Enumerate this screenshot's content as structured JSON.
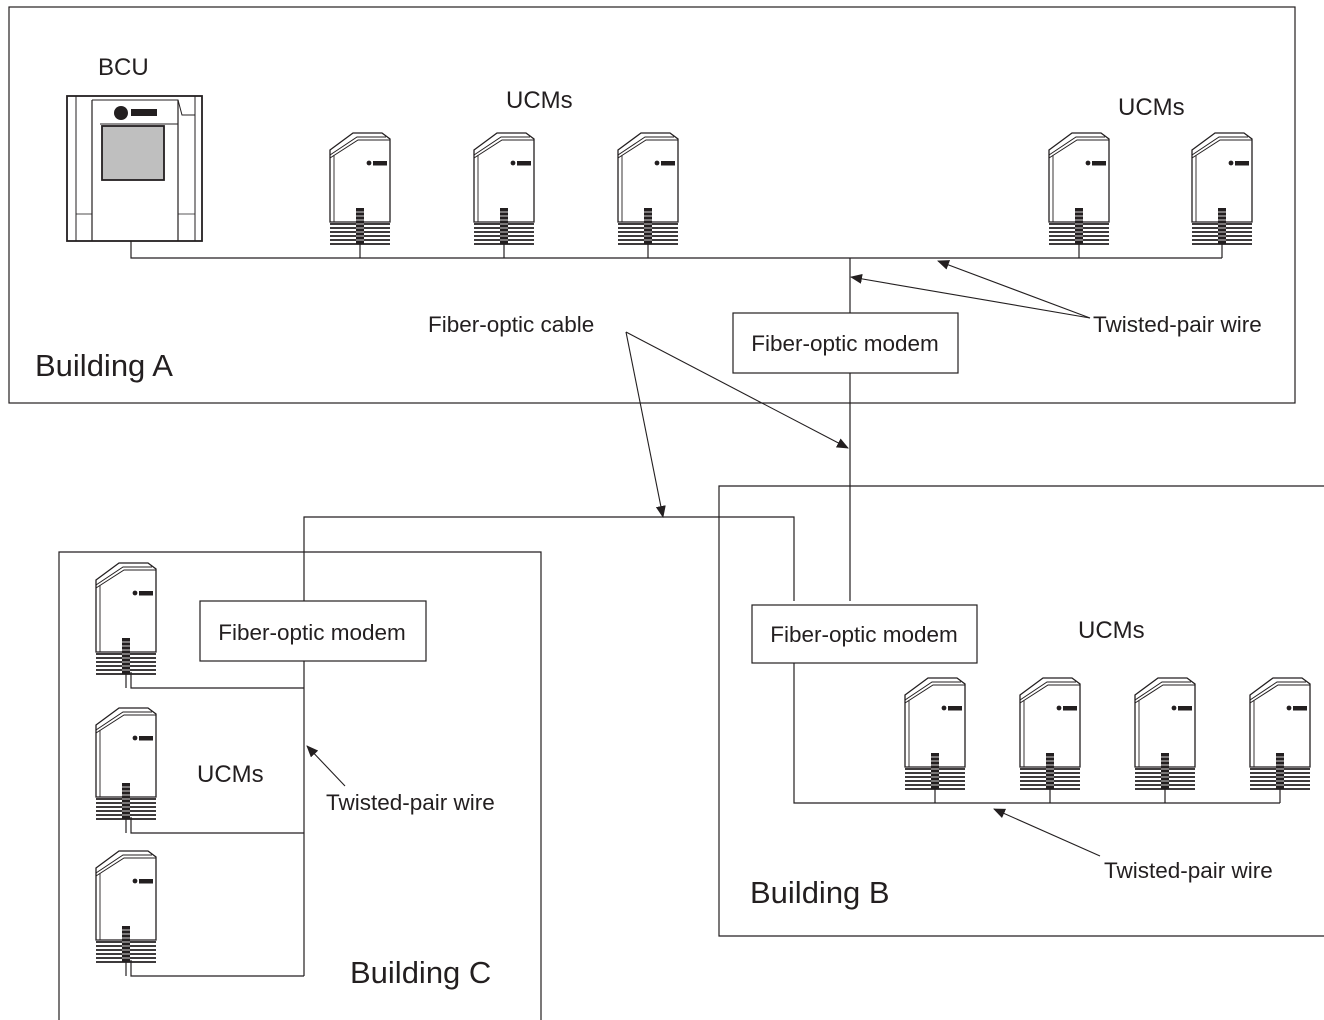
{
  "buildings": {
    "a": {
      "name": "Building A",
      "bcu_label": "BCU",
      "ucm_label_1": "UCMs",
      "ucm_label_2": "UCMs",
      "modem_label": "Fiber-optic modem",
      "twisted_pair_label": "Twisted-pair wire"
    },
    "b": {
      "name": "Building B",
      "ucm_label": "UCMs",
      "modem_label": "Fiber-optic modem",
      "twisted_pair_label": "Twisted-pair wire"
    },
    "c": {
      "name": "Building C",
      "ucm_label": "UCMs",
      "modem_label": "Fiber-optic modem",
      "twisted_pair_label": "Twisted-pair wire"
    }
  },
  "fiber_optic_cable_label": "Fiber-optic cable"
}
